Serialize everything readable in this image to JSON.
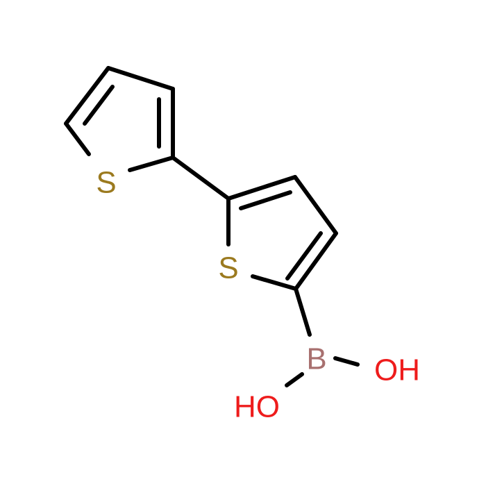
{
  "molecule": {
    "atoms": [
      {
        "id": "s1",
        "label": "S",
        "color": "#9b7a1f"
      },
      {
        "id": "s2",
        "label": "S",
        "color": "#9b7a1f"
      },
      {
        "id": "b",
        "label": "B",
        "color": "#a8706f"
      },
      {
        "id": "oh1",
        "label": "OH",
        "color": "#ee1c1c"
      },
      {
        "id": "oh2",
        "label": "HO",
        "color": "#ee1c1c"
      }
    ]
  }
}
